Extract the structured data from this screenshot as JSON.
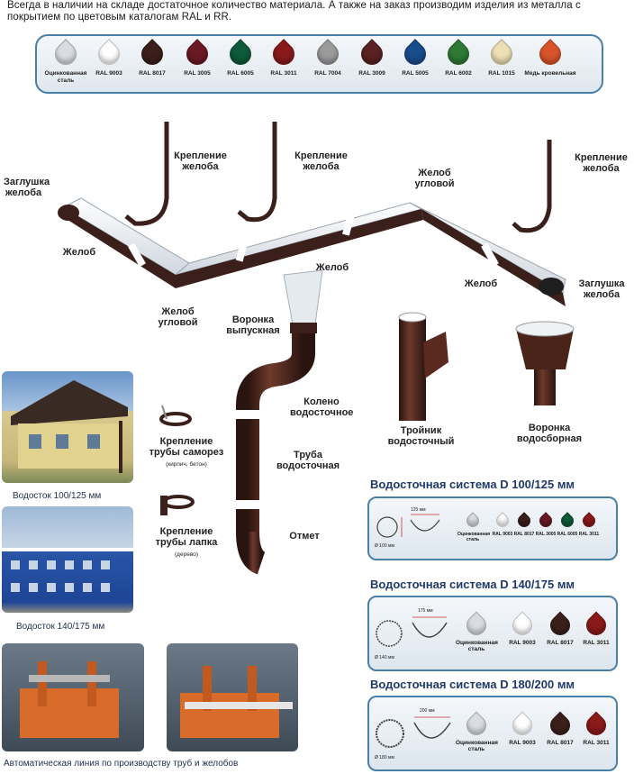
{
  "intro_text": "Всегда в наличии на складе достаточное количество материала. А также на заказ производим изделия из металла с покрытием по цветовым каталогам RAL и RR.",
  "palette": [
    {
      "label": "Оцинкованная сталь",
      "color": "#d9dde2"
    },
    {
      "label": "RAL 9003",
      "color": "#ffffff"
    },
    {
      "label": "RAL 8017",
      "color": "#3b1f1a"
    },
    {
      "label": "RAL 3005",
      "color": "#6a1a24"
    },
    {
      "label": "RAL 6005",
      "color": "#0f5a3a"
    },
    {
      "label": "RAL 3011",
      "color": "#8a1a1a"
    },
    {
      "label": "RAL 7004",
      "color": "#9b9b9b"
    },
    {
      "label": "RAL 3009",
      "color": "#5a2222"
    },
    {
      "label": "RAL 5005",
      "color": "#1a4d8c"
    },
    {
      "label": "RAL 6002",
      "color": "#2e7a33"
    },
    {
      "label": "RAL 1015",
      "color": "#ece0b5"
    },
    {
      "label": "Медь кровельная",
      "color": "#d9542a"
    }
  ],
  "parts": {
    "zaglushka_left": "Заглушка желоба",
    "kreplenie_1": "Крепление желоба",
    "kreplenie_2": "Крепление желоба",
    "kreplenie_3": "Крепление желоба",
    "zhelob_uglovoy_top": "Желоб угловой",
    "zhelob_left": "Желоб",
    "zhelob_mid": "Желоб",
    "zhelob_right": "Желоб",
    "zaglushka_right": "Заглушка желоба",
    "zhelob_uglovoy_bottom": "Желоб угловой",
    "voronka_vypusknaya": "Воронка выпускная",
    "koleno": "Колено водосточное",
    "truba": "Труба водосточная",
    "otmet": "Отмет",
    "troynik": "Тройник водосточный",
    "voronka_vodosbornaya": "Воронка водосборная",
    "krep_samorez": "Крепление трубы саморез",
    "krep_samorez_note": "(кирпич, бетон)",
    "krep_lapka": "Крепление трубы лапка",
    "krep_lapka_note": "(дерево)"
  },
  "captions": {
    "photo1": "Водосток 100/125 мм",
    "photo2": "Водосток 140/175 мм",
    "bottom": "Автоматическая линия по производству труб и желобов"
  },
  "systems": [
    {
      "title": "Водосточная система D 100/125 мм",
      "dim_w": "125 мм",
      "dim_d": "Ø 100 мм",
      "colors": [
        {
          "label": "Оцинкованная сталь",
          "color": "#d9dde2"
        },
        {
          "label": "RAL 9003",
          "color": "#ffffff"
        },
        {
          "label": "RAL 8017",
          "color": "#3b1f1a"
        },
        {
          "label": "RAL 3005",
          "color": "#6a1a24"
        },
        {
          "label": "RAL 6005",
          "color": "#0f5a3a"
        },
        {
          "label": "RAL 3011",
          "color": "#8a1a1a"
        }
      ]
    },
    {
      "title": "Водосточная система D 140/175 мм",
      "dim_w": "175 мм",
      "dim_d": "Ø 140 мм",
      "colors": [
        {
          "label": "Оцинкованная сталь",
          "color": "#d9dde2"
        },
        {
          "label": "RAL 9003",
          "color": "#ffffff"
        },
        {
          "label": "RAL 8017",
          "color": "#3b1f1a"
        },
        {
          "label": "RAL 3011",
          "color": "#8a1a1a"
        }
      ]
    },
    {
      "title": "Водосточная система D 180/200 мм",
      "dim_w": "200 мм",
      "dim_d": "Ø 180 мм",
      "colors": [
        {
          "label": "Оцинкованная сталь",
          "color": "#d9dde2"
        },
        {
          "label": "RAL 9003",
          "color": "#ffffff"
        },
        {
          "label": "RAL 8017",
          "color": "#3b1f1a"
        },
        {
          "label": "RAL 3011",
          "color": "#8a1a1a"
        }
      ]
    }
  ]
}
